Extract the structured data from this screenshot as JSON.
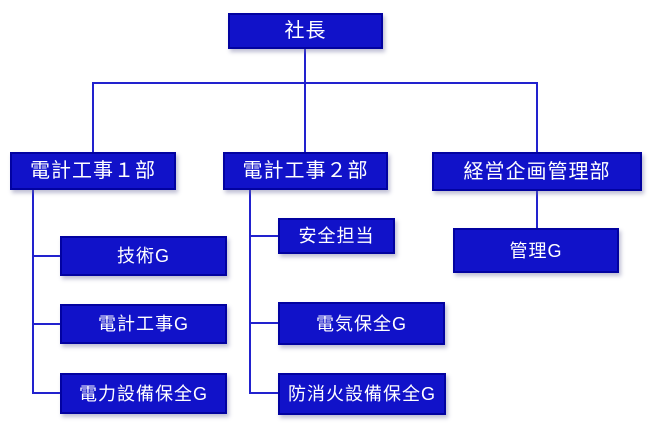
{
  "colors": {
    "box_fill": "#1112c9",
    "box_border": "#0202a0",
    "connector": "#2222ce",
    "text": "#ffffff",
    "background": "#ffffff"
  },
  "org_chart": {
    "root": {
      "label": "社長"
    },
    "departments": [
      {
        "label": "電計工事１部",
        "children": [
          {
            "label": "技術G"
          },
          {
            "label": "電計工事G"
          },
          {
            "label": "電力設備保全G"
          }
        ]
      },
      {
        "label": "電計工事２部",
        "children": [
          {
            "label": "安全担当"
          },
          {
            "label": "電気保全G"
          },
          {
            "label": "防消火設備保全G"
          }
        ]
      },
      {
        "label": "経営企画管理部",
        "children": [
          {
            "label": "管理G"
          }
        ]
      }
    ]
  }
}
